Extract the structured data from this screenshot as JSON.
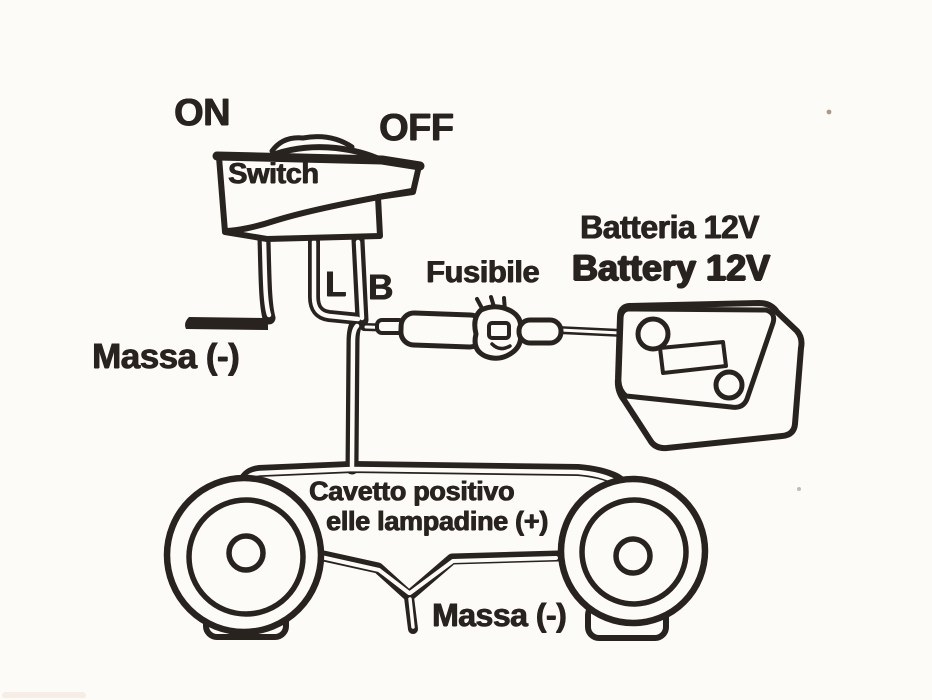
{
  "colors": {
    "ink": "#29231f",
    "paper": "#fcfbf7"
  },
  "diagram": {
    "switch": {
      "label": "Switch",
      "state_on": "ON",
      "state_off": "OFF",
      "terminal_lamp": "L",
      "terminal_battery": "B"
    },
    "fuse": {
      "label": "Fusibile"
    },
    "battery": {
      "label_italian": "Batteria 12V",
      "label_english": "Battery 12V"
    },
    "grounds": {
      "switch_ground": "Massa (-)",
      "lamps_ground": "Massa (-)"
    },
    "lamp_cable": {
      "line1": "Cavetto positivo",
      "line2": "elle lampadine (+)"
    }
  }
}
